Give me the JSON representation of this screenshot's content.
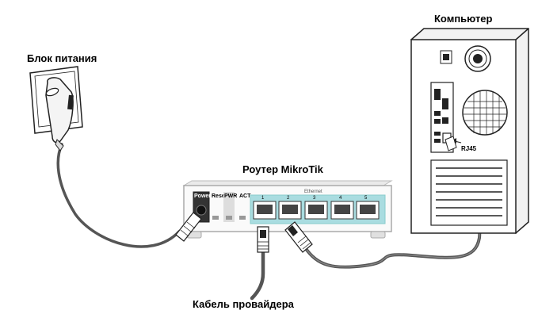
{
  "labels": {
    "power_supply": "Блок питания",
    "computer": "Компьютер",
    "router": "Роутер MikroTik",
    "isp_cable": "Кабель провайдера"
  },
  "router_panel": {
    "power": "Power",
    "reset": "Reset",
    "pwr": "PWR",
    "act": "ACT",
    "ethernet": "Ethernet",
    "ports": [
      "1",
      "2",
      "3",
      "4",
      "5"
    ]
  },
  "computer_panel": {
    "port_label": "RJ45"
  },
  "colors": {
    "router_accent": "#a9dce0",
    "cable": "#555555",
    "outline": "#222222"
  }
}
